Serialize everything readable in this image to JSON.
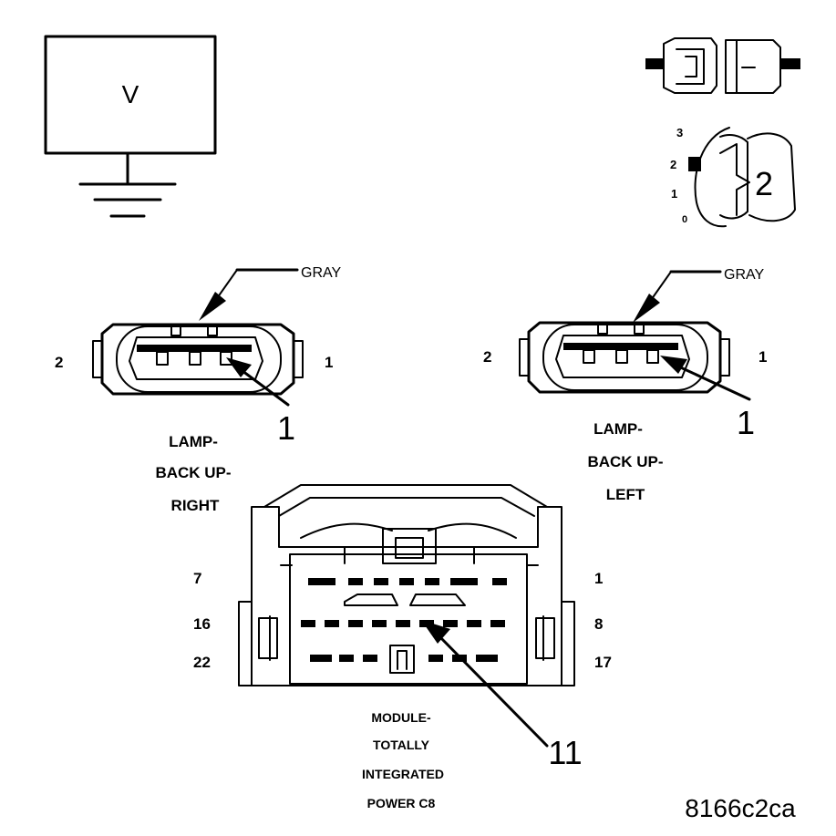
{
  "meter": {
    "symbol": "V"
  },
  "key_switch": {
    "scale": [
      "3",
      "2",
      "1",
      "0"
    ],
    "position": "2"
  },
  "connectors": {
    "right_lamp": {
      "wire_color": "GRAY",
      "pin_left": "2",
      "pin_right": "1",
      "callout": "1",
      "label_lines": [
        "LAMP-",
        "BACK UP-",
        "RIGHT"
      ]
    },
    "left_lamp": {
      "wire_color": "GRAY",
      "pin_left": "2",
      "pin_right": "1",
      "callout": "1",
      "label_lines": [
        "LAMP-",
        "BACK UP-",
        "LEFT"
      ]
    },
    "module": {
      "row_labels_left": [
        "7",
        "16",
        "22"
      ],
      "row_labels_right": [
        "1",
        "8",
        "17"
      ],
      "callout": "11",
      "label_lines": [
        "MODULE-",
        "TOTALLY",
        "INTEGRATED",
        "POWER C8"
      ]
    }
  },
  "figure_id": "8166c2ca"
}
